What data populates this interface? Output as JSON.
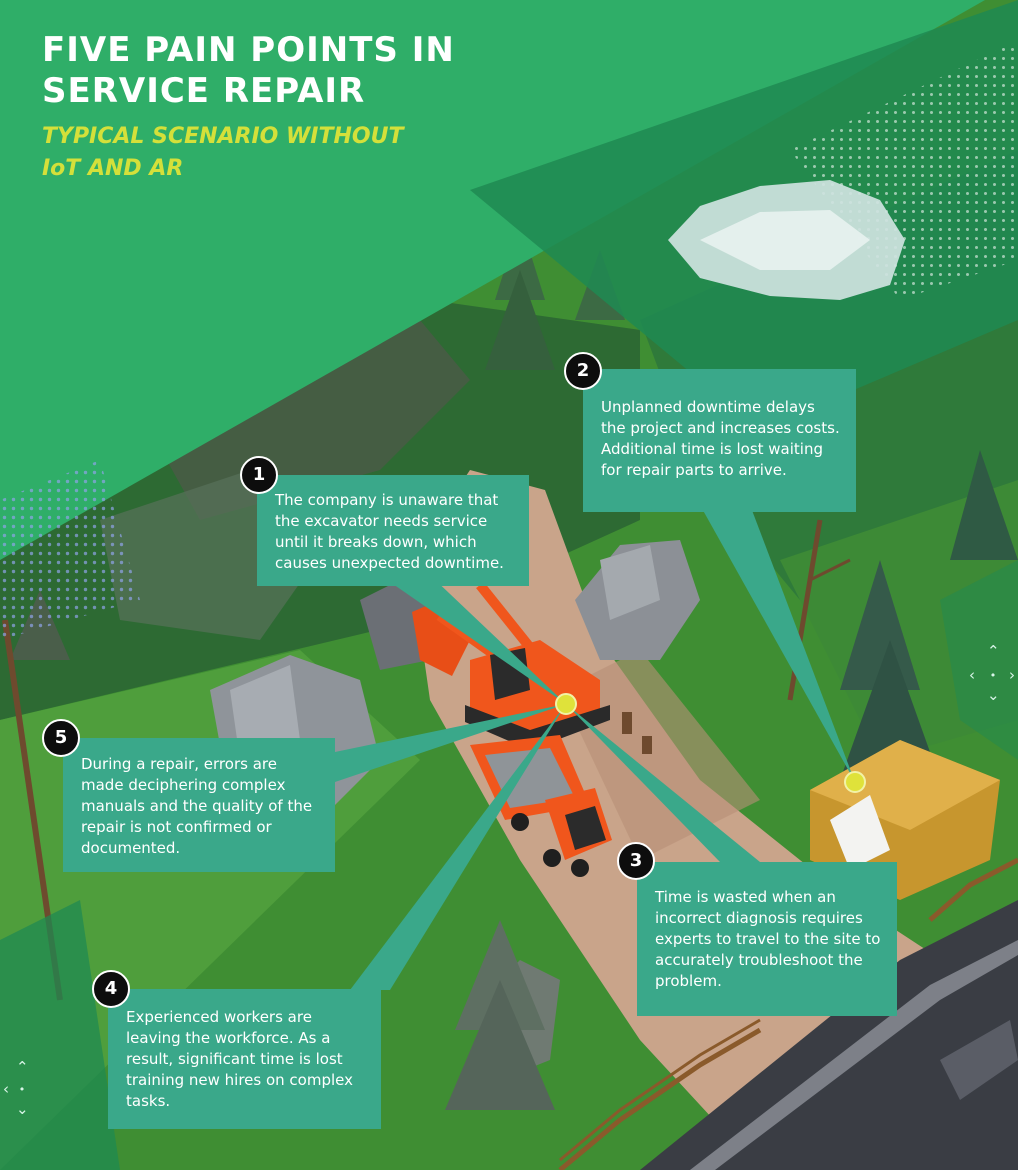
{
  "header": {
    "title": "FIVE PAIN POINTS IN SERVICE REPAIR",
    "subtitle": "TYPICAL SCENARIO WITHOUT IoT AND AR"
  },
  "colors": {
    "banner": "#2fae68",
    "title": "#ffffff",
    "subtitle": "#d4e03a",
    "callout_box": "#3aa88a",
    "badge": "#0d0d0d",
    "marker": "#dfe23a",
    "excavator": "#f0561c",
    "ground": "#3f8e33"
  },
  "callouts": [
    {
      "number": "1",
      "text": "The company is unaware that the excavator needs service until it breaks down, which causes unexpected downtime."
    },
    {
      "number": "2",
      "text": "Unplanned downtime delays the project and increases costs. Additional time is lost waiting for repair parts to arrive."
    },
    {
      "number": "3",
      "text": "Time is wasted when an incorrect diagnosis requires experts to travel to the site to accurately troubleshoot the problem."
    },
    {
      "number": "4",
      "text": "Experienced workers are leaving the workforce. As a result, significant time is lost training new hires on complex tasks."
    },
    {
      "number": "5",
      "text": "During a repair, errors are made deciphering complex manuals and the quality of the repair is not confirmed or documented."
    }
  ],
  "icons": {
    "nav_up": "⌃",
    "nav_down": "⌄",
    "nav_left": "‹",
    "nav_right": "›",
    "nav_center": "•"
  }
}
